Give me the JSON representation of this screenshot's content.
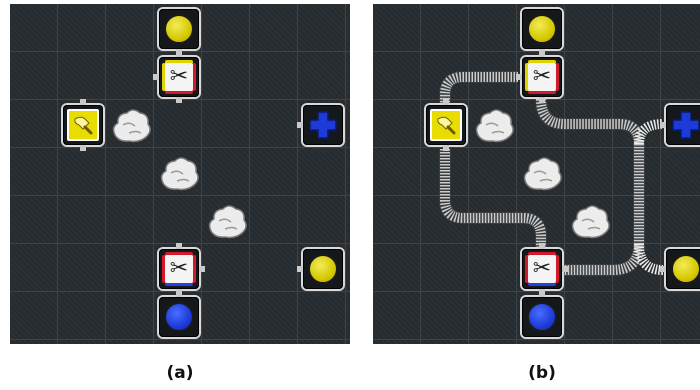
{
  "panels": [
    {
      "id": "a",
      "caption": "(a)",
      "tracks_laid": false
    },
    {
      "id": "b",
      "caption": "(b)",
      "tracks_laid": true
    }
  ],
  "board": {
    "grid": "7x7",
    "pieces": [
      {
        "type": "yellow-disc-station",
        "cell": [
          3,
          0
        ]
      },
      {
        "type": "scissor-splitter",
        "colors": [
          "yellow",
          "red"
        ],
        "cell": [
          3,
          1
        ]
      },
      {
        "type": "paint-station",
        "color": "yellow",
        "cell": [
          1,
          2
        ]
      },
      {
        "type": "rock",
        "cell": [
          2,
          2
        ]
      },
      {
        "type": "blue-plus-station",
        "cell": [
          6,
          2
        ]
      },
      {
        "type": "rock",
        "cell": [
          3,
          3
        ]
      },
      {
        "type": "rock",
        "cell": [
          4,
          4
        ]
      },
      {
        "type": "scissor-splitter",
        "colors": [
          "red",
          "blue"
        ],
        "cell": [
          3,
          5
        ]
      },
      {
        "type": "yellow-disc-station",
        "cell": [
          6,
          5
        ]
      },
      {
        "type": "blue-disc-station",
        "cell": [
          3,
          6
        ]
      }
    ]
  },
  "colors": {
    "yellow": "#d6c800",
    "blue": "#1c3bd8",
    "red": "#d21a2c",
    "board": "#262b2f",
    "grid_line": "#3c4449",
    "track": "#e6e6e6"
  },
  "icons": {
    "splitter": "scissors-icon",
    "paint": "paintbrush-icon",
    "plus": "plus-icon",
    "rock": "rock-icon"
  }
}
